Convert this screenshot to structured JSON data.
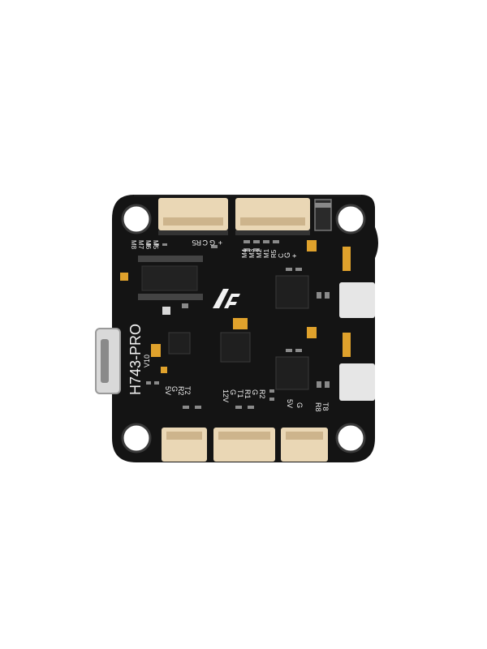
{
  "product": {
    "model": "H743-PRO",
    "version": "V10"
  },
  "colors": {
    "background": "#ffffff",
    "pcb": "#141414",
    "connector": "#ead7b5",
    "silkscreen": "#f2f2f2",
    "gold_pad": "#e0a22c"
  },
  "labels": {
    "top_left_connector": [
      "R5",
      "C",
      "G",
      "+"
    ],
    "left_motor": [
      "M8",
      "M7",
      "M6",
      "M5"
    ],
    "right_motor": [
      "M4",
      "M3",
      "M2",
      "M1",
      "R5",
      "C",
      "G",
      "+"
    ],
    "bottom_left": [
      "T2",
      "R2",
      "G",
      "5V"
    ],
    "bottom_mid_a": [
      "12V",
      "G",
      "T1",
      "R1"
    ],
    "bottom_mid_b": [
      "G",
      "R2"
    ],
    "bottom_right": [
      "5V",
      "G",
      "R8",
      "T8"
    ]
  },
  "logo": {
    "name": "af-logo-icon"
  }
}
